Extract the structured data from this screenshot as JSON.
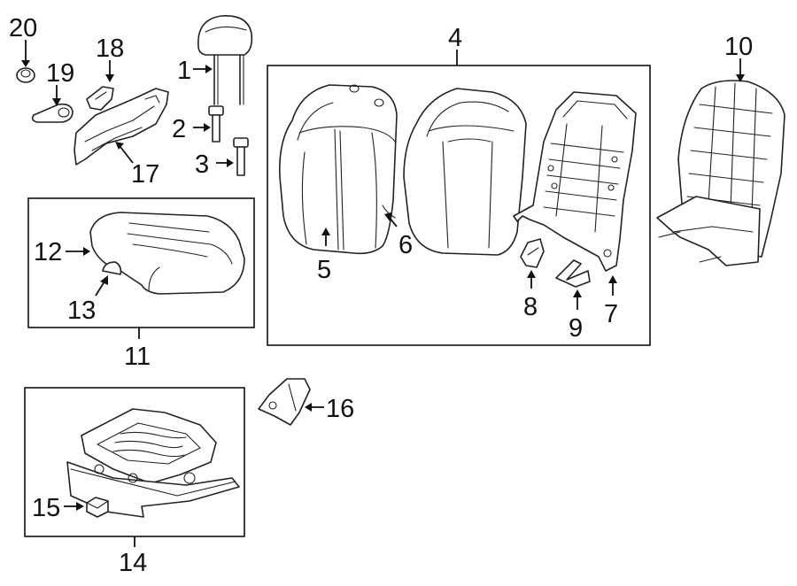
{
  "callouts": {
    "c1": "1",
    "c2": "2",
    "c3": "3",
    "c4": "4",
    "c5": "5",
    "c6": "6",
    "c7": "7",
    "c8": "8",
    "c9": "9",
    "c10": "10",
    "c11": "11",
    "c12": "12",
    "c13": "13",
    "c14": "14",
    "c15": "15",
    "c16": "16",
    "c17": "17",
    "c18": "18",
    "c19": "19",
    "c20": "20"
  },
  "colors": {
    "line": "#222222",
    "background": "#ffffff"
  }
}
